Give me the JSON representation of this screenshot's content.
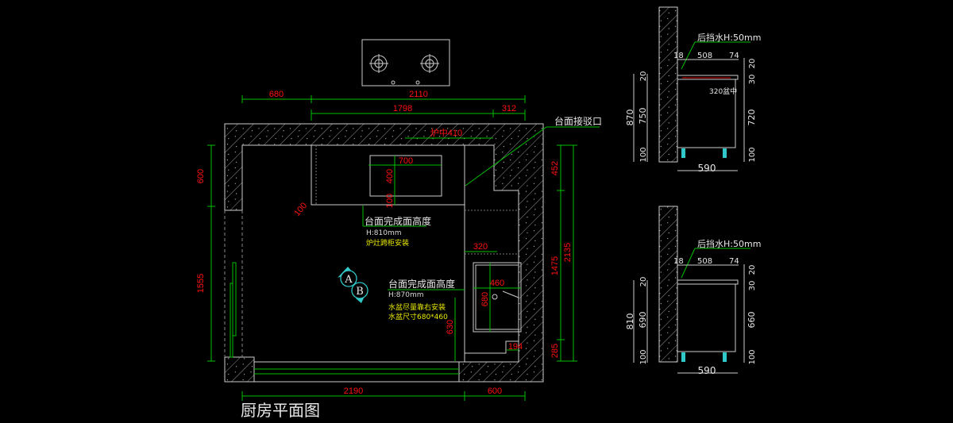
{
  "title": "厨房平面图",
  "plan": {
    "dims_top": [
      "680",
      "2110",
      "1798",
      "312",
      "炉中410"
    ],
    "dims_stove": [
      "700",
      "400",
      "100",
      "100"
    ],
    "dims_left": [
      "600",
      "1555"
    ],
    "dims_right": [
      "452",
      "1475",
      "2135",
      "285"
    ],
    "dims_bottom": [
      "2190",
      "600"
    ],
    "dims_sink": [
      "320",
      "460",
      "680",
      "630",
      "194"
    ],
    "joint_label": "台面接驳口",
    "note1": {
      "title": "台面完成面高度",
      "height": "H:810mm",
      "detail": "炉灶跨柜安装"
    },
    "note2": {
      "title": "台面完成面高度",
      "height": "H:870mm",
      "detail1": "水盆尽量靠右安装",
      "detail2": "水盆尺寸680*460"
    },
    "markers": [
      "A",
      "B"
    ]
  },
  "section_a": {
    "splash": "后挡水H:50mm",
    "top_dims": [
      "18",
      "508",
      "74"
    ],
    "left_dims": [
      "870",
      "20",
      "750",
      "100"
    ],
    "right_dims": [
      "20",
      "30",
      "720",
      "100"
    ],
    "bottom_dim": "590",
    "sink_note": "320盆中"
  },
  "section_b": {
    "splash": "后挡水H:50mm",
    "top_dims": [
      "18",
      "508",
      "74"
    ],
    "left_dims": [
      "810",
      "20",
      "690",
      "100"
    ],
    "right_dims": [
      "20",
      "30",
      "660",
      "100"
    ],
    "bottom_dim": "590"
  },
  "colors": {
    "background": "#000000",
    "dimension_line": "#00c000",
    "dimension_text": "#ff1010",
    "wall": "#c8c8c8",
    "note": "#e8e800",
    "marker": "#30c8c8"
  }
}
